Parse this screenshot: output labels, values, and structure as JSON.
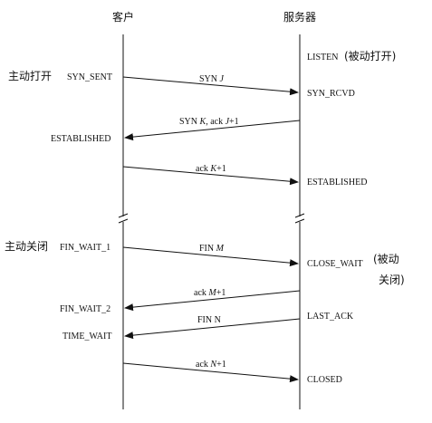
{
  "headers": {
    "client": "客户",
    "server": "服务器"
  },
  "open_section": {
    "client_label": "主动打开",
    "server_state_listen": "LISTEN",
    "server_label": "(被动打开)",
    "client_states": [
      "SYN_SENT",
      "ESTABLISHED"
    ],
    "server_states": [
      "SYN_RCVD",
      "ESTABLISHED"
    ],
    "messages": [
      {
        "prefix": "SYN ",
        "var": "J",
        "suffix": ""
      },
      {
        "prefix": "SYN ",
        "var": "K",
        "suffix": ", ack ",
        "var2": "J",
        "tail": "+1"
      },
      {
        "prefix": "ack ",
        "var": "K",
        "suffix": "+1"
      }
    ]
  },
  "close_section": {
    "client_label": "主动关闭",
    "server_label_line1": "(被动",
    "server_label_line2": "关闭)",
    "client_states": [
      "FIN_WAIT_1",
      "FIN_WAIT_2",
      "TIME_WAIT"
    ],
    "server_states": [
      "CLOSE_WAIT",
      "LAST_ACK",
      "CLOSED"
    ],
    "messages": [
      {
        "prefix": "FIN ",
        "var": "M",
        "suffix": ""
      },
      {
        "prefix": "ack ",
        "var": "M",
        "suffix": "+1"
      },
      {
        "prefix": "FIN N",
        "var": "",
        "suffix": ""
      },
      {
        "prefix": "ack ",
        "var": "N",
        "suffix": "+1"
      }
    ]
  }
}
